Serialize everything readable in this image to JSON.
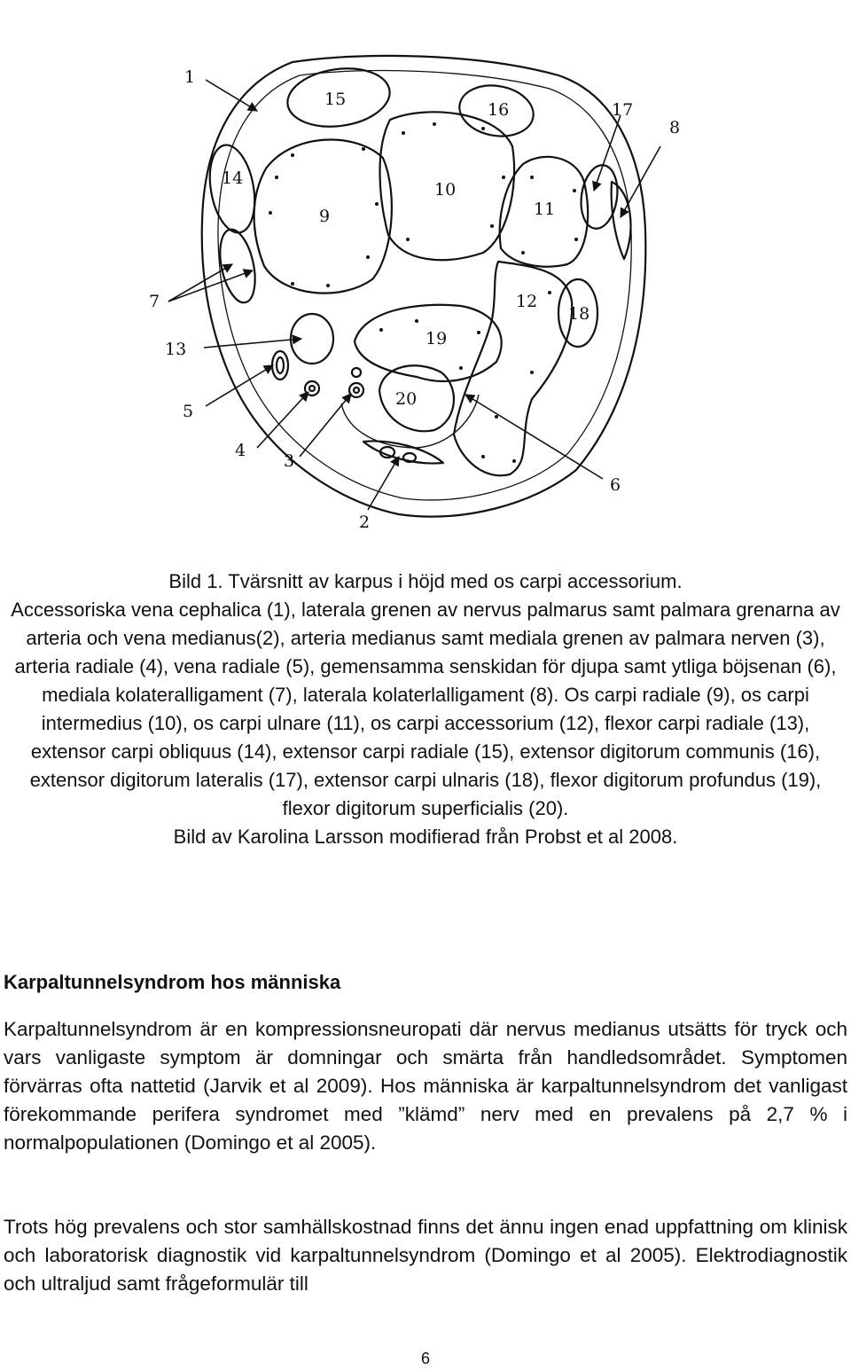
{
  "figure": {
    "labels": {
      "l1": "1",
      "l15": "15",
      "l16": "16",
      "l17": "17",
      "l8": "8",
      "l14": "14",
      "l10": "10",
      "l9": "9",
      "l11": "11",
      "l7": "7",
      "l12": "12",
      "l18": "18",
      "l13": "13",
      "l19": "19",
      "l5": "5",
      "l20": "20",
      "l4": "4",
      "l3": "3",
      "l6": "6",
      "l2": "2"
    }
  },
  "caption": {
    "title": "Bild 1. Tvärsnitt av karpus i höjd med os carpi accessorium.",
    "body": "Accessoriska vena cephalica (1), laterala grenen av nervus palmarus samt palmara grenarna av arteria och vena medianus(2), arteria medianus samt mediala grenen av palmara nerven (3), arteria radiale (4), vena radiale (5), gemensamma senskidan för djupa samt ytliga böjsenan (6), mediala kolateralligament (7), laterala kolaterlalligament (8). Os carpi radiale (9), os carpi intermedius (10), os carpi ulnare (11), os carpi accessorium (12), flexor carpi radiale (13), extensor carpi obliquus (14), extensor carpi radiale (15), extensor digitorum communis (16), extensor digitorum lateralis (17), extensor carpi ulnaris (18), flexor digitorum profundus (19), flexor digitorum superficialis (20).",
    "credit": "Bild av Karolina Larsson modifierad från Probst et al 2008."
  },
  "section": {
    "heading": "Karpaltunnelsyndrom hos människa",
    "paragraph1": "Karpaltunnelsyndrom är en kompressionsneuropati där nervus medianus utsätts för tryck och vars vanligaste symptom är domningar och smärta från handledsområdet. Symptomen förvärras ofta nattetid (Jarvik et al 2009). Hos människa är karpaltunnelsyndrom det vanligast förekommande perifera syndromet med ”klämd” nerv med en prevalens på 2,7 % i normalpopulationen (Domingo et al 2005).",
    "paragraph2": "Trots hög prevalens och stor samhällskostnad finns det ännu ingen enad uppfattning om klinisk och laboratorisk diagnostik vid karpaltunnelsyndrom (Domingo et al 2005). Elektrodiagnostik och ultraljud samt frågeformulär till"
  },
  "page_number": "6"
}
